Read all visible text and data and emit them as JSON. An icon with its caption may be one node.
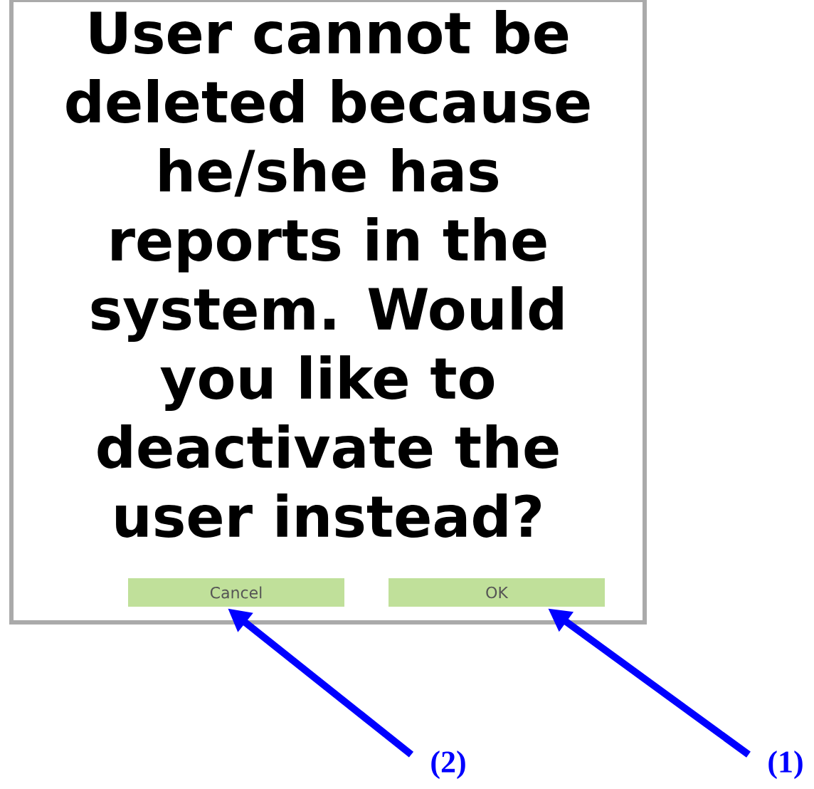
{
  "diagram": {
    "nodes": [
      {
        "text": [
          "User cannot be deleted because he/she has reports in the system. Would you like to deactivate the user instead?"
        ]
      },
      {
        "text": [
          "Cancel"
        ],
        "in": 0
      },
      {
        "text": [
          "OK"
        ],
        "in": 0
      },
      {
        "text": [
          "(2)"
        ]
      },
      {
        "text": [
          "(1)"
        ]
      }
    ],
    "edges": [
      {
        "from": 3,
        "to": 1,
        "arrow": "to"
      },
      {
        "from": 4,
        "to": 2,
        "arrow": "to"
      }
    ]
  }
}
